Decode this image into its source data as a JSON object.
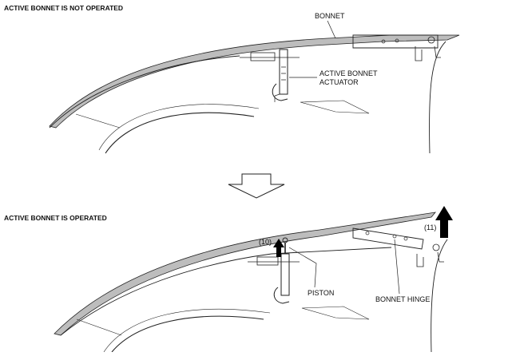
{
  "sections": [
    {
      "heading": "ACTIVE BONNET IS NOT OPERATED",
      "labels": {
        "bonnet": "BONNET",
        "actuator_line1": "ACTIVE BONNET",
        "actuator_line2": "ACTUATOR"
      }
    },
    {
      "heading": "ACTIVE BONNET IS OPERATED",
      "labels": {
        "step_piston": "(10)",
        "step_hinge": "(11)",
        "piston": "PISTON",
        "bonnet_hinge": "BONNET HINGE"
      }
    }
  ],
  "colors": {
    "line": "#222222",
    "bonnet_fill": "#bdbdbd",
    "arrow_fill": "#000000",
    "transition_arrow_fill": "#ffffff"
  },
  "icons": {
    "transition": "down-arrow-outline",
    "lift": "up-arrow-filled"
  }
}
